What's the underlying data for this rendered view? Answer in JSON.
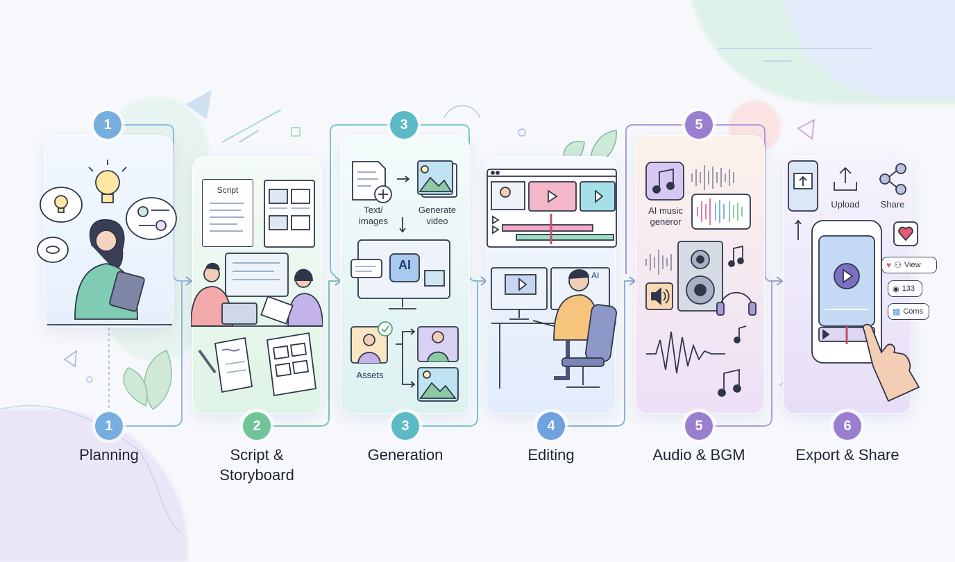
{
  "steps": [
    {
      "number": "1",
      "label": "Planning",
      "color": "#76aee0"
    },
    {
      "number": "2",
      "label": "Script &\nStoryboard",
      "color": "#6fc49a"
    },
    {
      "number": "3",
      "label": "Generation",
      "color": "#5cb9c6"
    },
    {
      "number": "4",
      "label": "Editing",
      "color": "#6ea3e0"
    },
    {
      "number": "5",
      "label": "Audio & BGM",
      "color": "#9a7fd0"
    },
    {
      "number": "6",
      "label": "Export & Share",
      "color": "#9a7fd0"
    }
  ],
  "top_badges": {
    "one": "1",
    "three": "3",
    "five": "5"
  },
  "script_panel": {
    "doc_title": "Script"
  },
  "generation_panel": {
    "text_images_label": "Text/\nimages",
    "generate_video_label": "Generate\nvideo",
    "ai_label": "AI",
    "assets_label": "Assets"
  },
  "editing_panel": {
    "ai_tag": "AI"
  },
  "audio_panel": {
    "ai_music_label": "AI music\ngeneror"
  },
  "export_panel": {
    "upload_label": "Upload",
    "share_label": "Share",
    "view_label": "View",
    "count_label": "133",
    "comments_label": "Coms"
  }
}
